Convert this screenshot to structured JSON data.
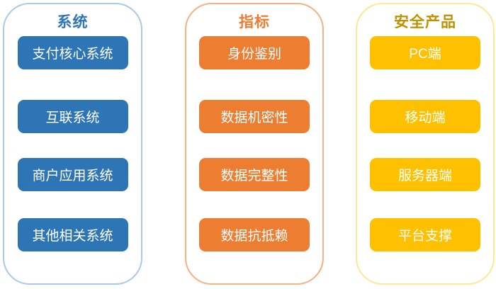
{
  "columns": [
    {
      "header": "系统",
      "items": [
        "支付核心系统",
        "互联系统",
        "商户应用系统",
        "其他相关系统"
      ]
    },
    {
      "header": "指标",
      "items": [
        "身份鉴别",
        "数据机密性",
        "数据完整性",
        "数据抗抵赖"
      ]
    },
    {
      "header": "安全产品",
      "items": [
        "PC端",
        "移动端",
        "服务器端",
        "平台支撑"
      ]
    }
  ],
  "colors": {
    "system_box": "#2e75b6",
    "system_border": "#aac8e9",
    "system_header": "#2e75b6",
    "indicator_box": "#ed7d31",
    "indicator_border": "#f4b183",
    "indicator_header": "#ed7d31",
    "product_box": "#ffc000",
    "product_border": "#ffe699",
    "product_header": "#bf9000",
    "box_text": "#ffffff"
  }
}
